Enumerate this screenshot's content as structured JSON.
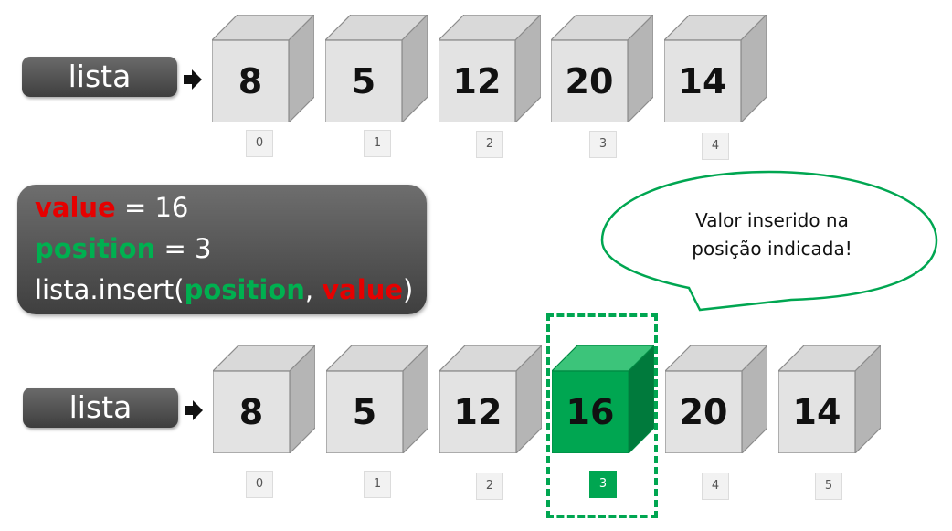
{
  "list_label": "lista",
  "colors": {
    "highlight": "#00a651",
    "value_color": "#e60000",
    "position_color": "#00b050"
  },
  "top_row": {
    "values": [
      "8",
      "5",
      "12",
      "20",
      "14"
    ],
    "indices": [
      "0",
      "1",
      "2",
      "3",
      "4"
    ]
  },
  "bottom_row": {
    "values": [
      "8",
      "5",
      "12",
      "16",
      "20",
      "14"
    ],
    "indices": [
      "0",
      "1",
      "2",
      "3",
      "4",
      "5"
    ],
    "highlight_index": 3
  },
  "code": {
    "line1_var": "value",
    "line1_rest": " = 16",
    "line2_var": "position",
    "line2_rest": " = 3",
    "line3_prefix": "lista.insert(",
    "line3_arg1": "position",
    "line3_sep": ", ",
    "line3_arg2": "value",
    "line3_suffix": ")"
  },
  "callout": {
    "line1": "Valor inserido na",
    "line2": "posição indicada!"
  }
}
